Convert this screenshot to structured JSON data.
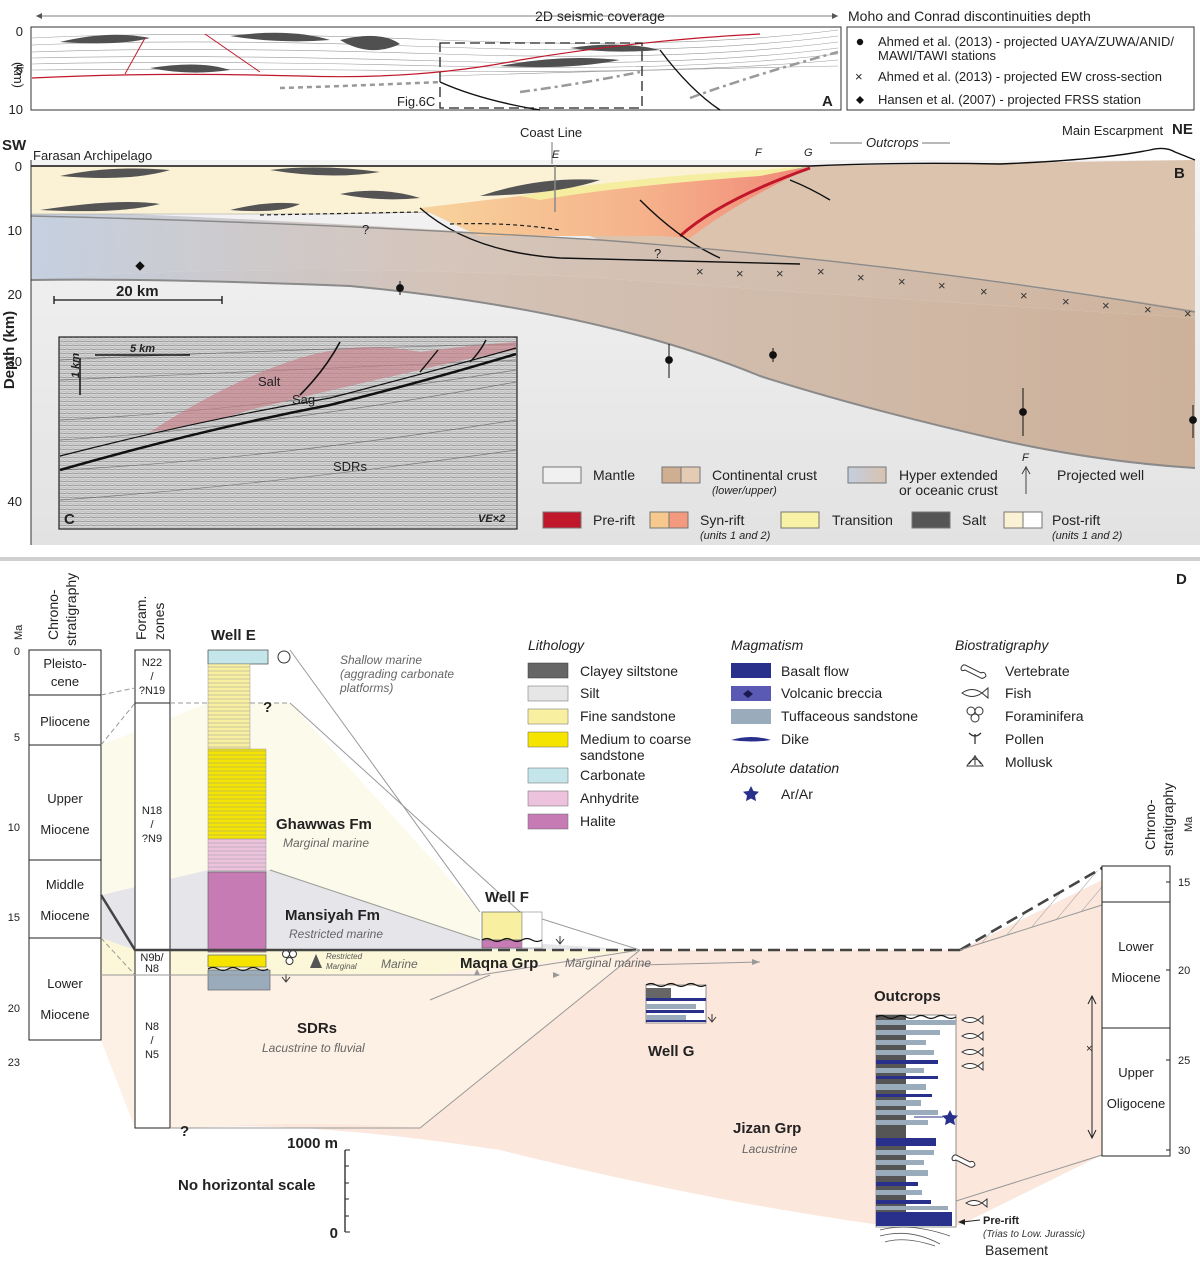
{
  "panels": {
    "a": "A",
    "b": "B",
    "c": "C",
    "d": "D"
  },
  "panel_a": {
    "coverage": "2D seismic coverage",
    "moho_title": "Moho and Conrad discontinuities depth",
    "km_label": "(km)",
    "ticks": [
      "0",
      "5",
      "10"
    ],
    "fig_ref": "Fig.6C",
    "legend": [
      "Ahmed et al. (2013) - projected UAYA/ZUWA/ANID/",
      "MAWI/TAWI stations",
      "Ahmed et al. (2013) - projected EW cross-section",
      "Hansen et al. (2007) - projected FRSS station"
    ]
  },
  "panel_b": {
    "sw": "SW",
    "ne": "NE",
    "farasan": "Farasan Archipelago",
    "coast": "Coast Line",
    "outcrops": "Outcrops",
    "escarpment": "Main Escarpment",
    "wells": [
      "E",
      "F",
      "G"
    ],
    "question": "?",
    "scale": "20 km",
    "depth_label": "Depth (km)",
    "depth_ticks": [
      "0",
      "10",
      "20",
      "30",
      "40"
    ],
    "legend": {
      "mantle": "Mantle",
      "crust": "Continental crust",
      "crust_sub": "(lower/upper)",
      "hyper": "Hyper extended",
      "hyper2": "or oceanic crust",
      "well": "Projected well",
      "well_mark": "F",
      "prerift": "Pre-rift",
      "synrift": "Syn-rift",
      "synrift_sub": "(units 1 and 2)",
      "transition": "Transition",
      "salt": "Salt",
      "postrift": "Post-rift",
      "postrift_sub": "(units 1 and 2)"
    }
  },
  "panel_c": {
    "scale_km": "5 km",
    "vscale": "1 km",
    "salt": "Salt",
    "sag": "Sag",
    "sdrs": "SDRs",
    "ve": "VE×2"
  },
  "panel_d": {
    "ma": "Ma",
    "chrono1": "Chrono-",
    "chrono2": "stratigraphy",
    "foram1": "Foram.",
    "foram2": "zones",
    "ma_ticks_left": [
      "0",
      "5",
      "10",
      "15",
      "20",
      "23"
    ],
    "epochs_left": {
      "pleisto1": "Pleisto-",
      "pleisto2": "cene",
      "pliocene": "Pliocene",
      "upper": "Upper",
      "upper_m": "Miocene",
      "middle": "Middle",
      "middle_m": "Miocene",
      "lower": "Lower",
      "lower_m": "Miocene"
    },
    "forams": {
      "z1a": "N22",
      "z1b": "/",
      "z1c": "?N19",
      "z2a": "N18",
      "z2b": "/",
      "z2c": "?N9",
      "z3a": "N9b/",
      "z3b": "N8",
      "z4a": "N8",
      "z4b": "/",
      "z4c": "N5"
    },
    "well_e": "Well E",
    "well_f": "Well F",
    "well_g": "Well G",
    "outcrops": "Outcrops",
    "question": "?",
    "shallow1": "Shallow marine",
    "shallow2": "(aggrading carbonate",
    "shallow3": "platforms)",
    "ghawwas": "Ghawwas Fm",
    "ghawwas_env": "Marginal marine",
    "mansiyah": "Mansiyah Fm",
    "mansiyah_env": "Restricted marine",
    "marine": "Marine",
    "restricted": "Restricted",
    "marginal_s": "Marginal",
    "maqna": "Maqna Grp",
    "maqna_env": "Marginal marine",
    "sdrs": "SDRs",
    "sdrs_env": "Lacustrine to fluvial",
    "jizan": "Jizan Grp",
    "jizan_env": "Lacustrine",
    "scale": "1000 m",
    "scale0": "0",
    "no_hscale": "No horizontal scale",
    "prerift": "Pre-rift",
    "prerift_sub": "(Trias to Low. Jurassic)",
    "basement": "Basement",
    "right_chrono1": "Chrono-",
    "right_chrono2": "stratigraphy",
    "ma_ticks_right": [
      "15",
      "20",
      "25",
      "30"
    ],
    "epochs_right": {
      "lower": "Lower",
      "lower_m": "Miocene",
      "upper": "Upper",
      "upper_o": "Oligocene"
    },
    "lithology_title": "Lithology",
    "lithology": [
      "Clayey siltstone",
      "Silt",
      "Fine sandstone",
      "Medium to coarse",
      "sandstone",
      "Carbonate",
      "Anhydrite",
      "Halite"
    ],
    "magmatism_title": "Magmatism",
    "magmatism": [
      "Basalt flow",
      "Volcanic breccia",
      "Tuffaceous sandstone",
      "Dike"
    ],
    "datation_title": "Absolute datation",
    "datation": "Ar/Ar",
    "bio_title": "Biostratigraphy",
    "bio": [
      "Vertebrate",
      "Fish",
      "Foraminifera",
      "Pollen",
      "Mollusk"
    ]
  },
  "colors": {
    "salt": "#555555",
    "synrift1": "#f6c88e",
    "synrift2": "#f39a7e",
    "prerift": "#c0182a",
    "transition": "#f7f2a6",
    "postrift": "#fbf2d6",
    "crust_upper": "#e3cbb4",
    "crust_lower": "#cfae92",
    "hyper": "#c5d0e0",
    "mantle": "#f0f0f0",
    "halite": "#c67bb4",
    "anhydrite": "#ecc2dd",
    "carbonate": "#c4e6ea",
    "fine_sand": "#f8f0a0",
    "coarse_sand": "#f5e400",
    "basalt": "#28308c",
    "breccia": "#5a5ab4",
    "tuff": "#9aacbc",
    "clayey": "#666666",
    "silt": "#e6e6e6"
  }
}
